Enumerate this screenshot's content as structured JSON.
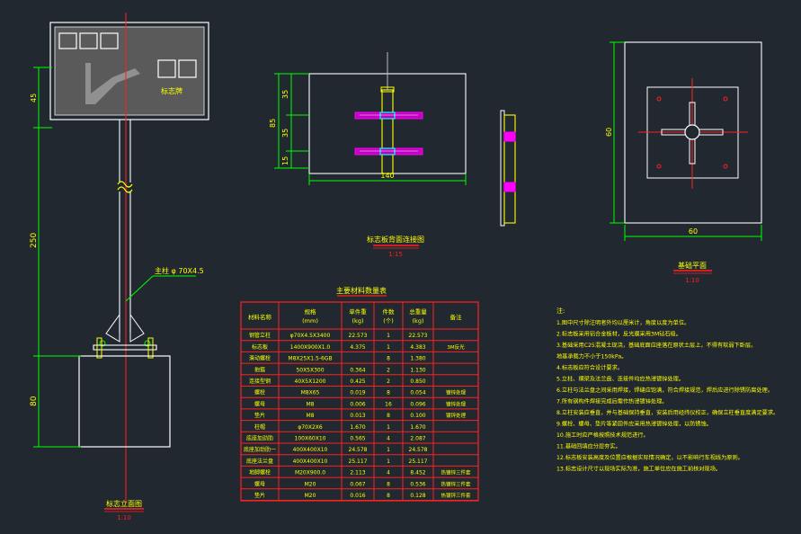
{
  "colors": {
    "background": "#212830",
    "line_white": "#ffffff",
    "line_yellow": "#ffff00",
    "line_green": "#00ff00",
    "line_red": "#ff2020",
    "line_magenta": "#ff00ff",
    "line_cyan": "#00ffff",
    "sign_panel": "#606060"
  },
  "elevation": {
    "dim_top": "45",
    "dim_mid": "250",
    "dim_bottom": "80",
    "pipe_callout": "主柱 φ 70X4.5",
    "panel_label": "标志牌",
    "title": "标志立面图",
    "scale": "1:10"
  },
  "bracket_view": {
    "dim_total": "85",
    "dim_a": "35",
    "dim_b": "35",
    "dim_c": "15",
    "dim_width": "140",
    "title": "标志板背面连接图",
    "scale": "1:15"
  },
  "base_plan": {
    "dim_height": "60",
    "dim_width": "60",
    "title": "基础平面",
    "scale": "1:10"
  },
  "table": {
    "title": "主要材料数量表",
    "headers": [
      "材料名称",
      "规格 (mm)",
      "单件重 (kg)",
      "件数 (个)",
      "总重量 (kg)",
      "备注"
    ],
    "rows": [
      [
        "钢管立柱",
        "φ70X4.5X3400",
        "22.573",
        "1",
        "22.573",
        ""
      ],
      [
        "标志板",
        "1400X900X1.0",
        "4.375",
        "1",
        "4.383",
        "3M反光"
      ],
      [
        "滑动螺栓",
        "M8X25X1.5-6GB",
        "",
        "8",
        "1.380",
        ""
      ],
      [
        "抱箍",
        "50X5X300",
        "0.364",
        "2",
        "1.130",
        ""
      ],
      [
        "连接型钢",
        "40X5X1200",
        "0.425",
        "2",
        "0.850",
        ""
      ],
      [
        "螺栓",
        "M8X65",
        "0.019",
        "8",
        "0.054",
        "镀锌处理"
      ],
      [
        "螺母",
        "M8",
        "0.006",
        "16",
        "0.096",
        "镀锌处理"
      ],
      [
        "垫片",
        "M8",
        "0.013",
        "8",
        "0.100",
        "镀锌处理"
      ],
      [
        "柱帽",
        "φ70X2X6",
        "1.670",
        "1",
        "1.670",
        ""
      ],
      [
        "底座加劲肋",
        "100X60X10",
        "0.565",
        "4",
        "2.087",
        ""
      ],
      [
        "底座加劲肋一",
        "400X400X10",
        "24.578",
        "1",
        "24.578",
        ""
      ],
      [
        "底座法兰盘",
        "400X400X10",
        "25.117",
        "1",
        "25.117",
        ""
      ],
      [
        "地脚螺栓",
        "M20X900.0",
        "2.113",
        "4",
        "8.452",
        "热镀锌三件套"
      ],
      [
        "螺母",
        "M20",
        "0.067",
        "8",
        "0.536",
        "热镀锌三件套"
      ],
      [
        "垫片",
        "M20",
        "0.016",
        "8",
        "0.128",
        "热镀锌三件套"
      ]
    ]
  },
  "notes": {
    "heading": "注:",
    "lines": [
      "1.图中尺寸除注明者外均以厘米计，角度以度为单位。",
      "2.标志板采用铝合金板材，反光膜采用3M钻石级。",
      "3.基础采用C25混凝土现浇，基础底面应座落在原状土层上，不得有软弱下卧层。",
      "   地基承载力不小于150kPa。",
      "4.标志板应符合设计要求。",
      "5.立柱、横梁及法兰盘、连接件均应热浸镀锌处理。",
      "6.立柱与法兰盘之间采用焊接，焊缝应饱满，符合焊接规范，焊后应进行除锈防腐处理。",
      "7.所有钢构件焊接完成后需作热浸镀锌处理。",
      "8.立柱安装应垂直，并与基础保持垂直，安装后用经纬仪校正，确保立柱垂直度满足要求。",
      "9.螺栓、螺母、垫片等紧固件应采用热浸镀锌处理，以防锈蚀。",
      "10.施工时应严格按照技术规范进行。",
      "11.基础回填应分层夯实。",
      "12.标志板安装高度及位置应根据实际情况确定，以不影响行车视线为原则。",
      "13.标志设计尺寸以现场实际为准，施工单位应在施工前核对现场。"
    ]
  }
}
